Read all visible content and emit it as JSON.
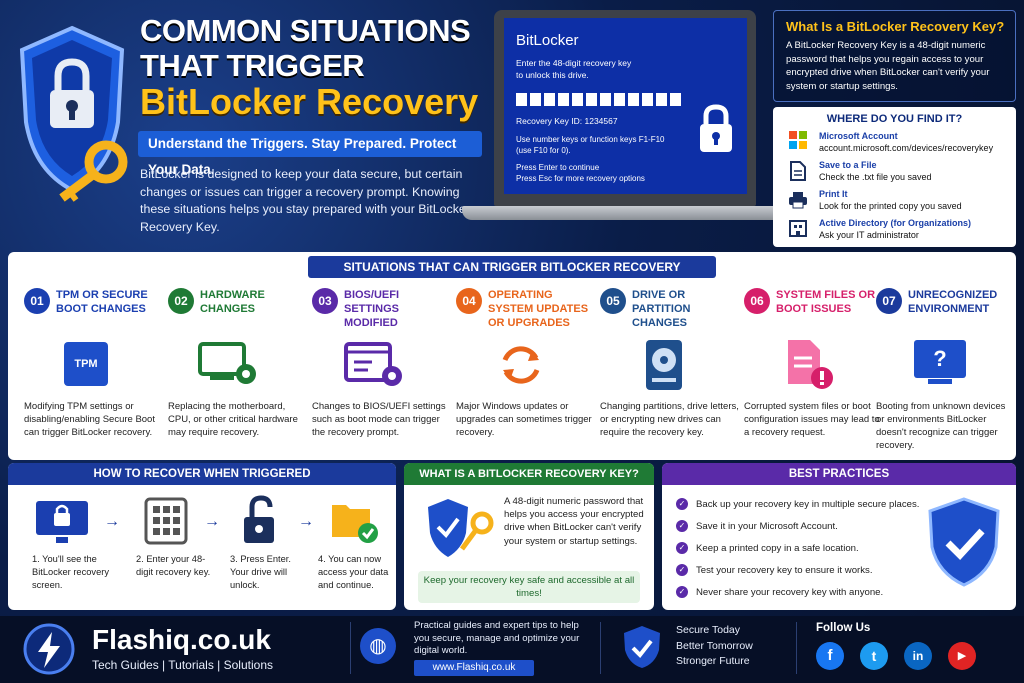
{
  "header": {
    "title_line1": "COMMON SITUATIONS",
    "title_line2": "THAT TRIGGER",
    "title_line3": "BitLocker Recovery",
    "tagline": "Understand the Triggers. Stay Prepared. Protect Your Data.",
    "intro": "BitLocker is designed to keep your data secure, but certain changes or issues can trigger a recovery prompt. Knowing these situations helps you stay prepared with your BitLocker Recovery Key."
  },
  "screen": {
    "title": "BitLocker",
    "line1": "Enter the 48-digit recovery key",
    "line2": "to unlock this drive.",
    "key_id": "Recovery Key ID: 1234567",
    "hint1": "Use number keys or function keys F1-F10",
    "hint2": "(use F10 for 0).",
    "enter": "Press Enter to continue",
    "esc": "Press Esc for more recovery options"
  },
  "what_top": {
    "title": "What Is a BitLocker Recovery Key?",
    "text": "A BitLocker Recovery Key is a 48-digit numeric password that helps you regain access to your encrypted drive when BitLocker can't verify your system or startup settings."
  },
  "find": {
    "title": "WHERE DO YOU FIND IT?",
    "items": [
      {
        "label": "Microsoft Account",
        "desc": "account.microsoft.com/devices/recoverykey"
      },
      {
        "label": "Save to a File",
        "desc": "Check the .txt file you saved"
      },
      {
        "label": "Print It",
        "desc": "Look for the printed copy you saved"
      },
      {
        "label": "Active Directory (for Organizations)",
        "desc": "Ask your IT administrator"
      }
    ]
  },
  "situations": {
    "title": "SITUATIONS THAT CAN TRIGGER BITLOCKER RECOVERY",
    "items": [
      {
        "num": "01",
        "head": "TPM OR SECURE BOOT CHANGES",
        "desc": "Modifying TPM settings or disabling/enabling Secure Boot can trigger BitLocker recovery.",
        "color": "#1b3fb0",
        "icon_text": "TPM"
      },
      {
        "num": "02",
        "head": "HARDWARE CHANGES",
        "desc": "Replacing the motherboard, CPU, or other critical hardware may require recovery.",
        "color": "#1f7a35"
      },
      {
        "num": "03",
        "head": "BIOS/UEFI SETTINGS MODIFIED",
        "desc": "Changes to BIOS/UEFI settings such as boot mode can trigger the recovery prompt.",
        "color": "#5a2aa8"
      },
      {
        "num": "04",
        "head": "OPERATING SYSTEM UPDATES OR UPGRADES",
        "desc": "Major Windows updates or upgrades can sometimes trigger recovery.",
        "color": "#e8651c"
      },
      {
        "num": "05",
        "head": "DRIVE OR PARTITION CHANGES",
        "desc": "Changing partitions, drive letters, or encrypting new drives can require the recovery key.",
        "color": "#1f4f8c"
      },
      {
        "num": "06",
        "head": "SYSTEM FILES OR BOOT ISSUES",
        "desc": "Corrupted system files or boot configuration issues may lead to a recovery request.",
        "color": "#d61f6a"
      },
      {
        "num": "07",
        "head": "UNRECOGNIZED ENVIRONMENT",
        "desc": "Booting from unknown devices or environments BitLocker doesn't recognize can trigger recovery.",
        "color": "#1b3a9c",
        "icon_text": "?"
      }
    ]
  },
  "recover": {
    "title": "HOW TO RECOVER WHEN TRIGGERED",
    "steps": [
      "1. You'll see the BitLocker recovery screen.",
      "2. Enter your 48-digit recovery key.",
      "3. Press Enter. Your drive will unlock.",
      "4. You can now access your data and continue."
    ]
  },
  "what_card": {
    "title": "WHAT IS A BITLOCKER RECOVERY KEY?",
    "text": "A 48-digit numeric password that helps you access your encrypted drive when BitLocker can't verify your system or startup settings.",
    "note": "Keep your recovery key safe and accessible at all times!"
  },
  "best": {
    "title": "BEST PRACTICES",
    "items": [
      "Back up your recovery key in multiple secure places.",
      "Save it in your Microsoft Account.",
      "Keep a printed copy in a safe location.",
      "Test your recovery key to ensure it works.",
      "Never share your recovery key with anyone."
    ]
  },
  "footer": {
    "brand": "Flashiq.co.uk",
    "sub": "Tech Guides | Tutorials | Solutions",
    "desc": "Practical guides and expert tips to help you secure, manage and optimize your digital world.",
    "url": "www.Flashiq.co.uk",
    "slogan1": "Secure Today",
    "slogan2": "Better Tomorrow",
    "slogan3": "Stronger Future",
    "follow": "Follow Us",
    "social": [
      "f",
      "t",
      "in",
      "▶"
    ]
  }
}
